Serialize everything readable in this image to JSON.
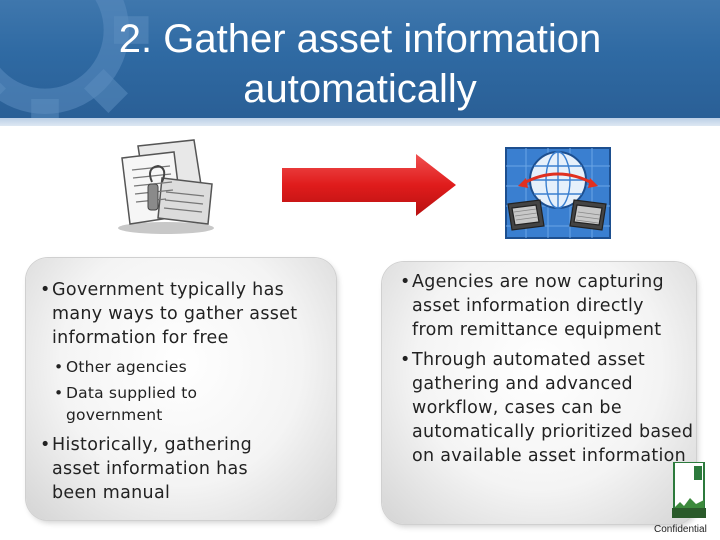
{
  "slide": {
    "title_line1": "2. Gather asset information",
    "title_line2": "automatically",
    "left_panel": {
      "bullets": [
        {
          "level": 1,
          "text": "Government typically has many ways to gather asset information for free"
        },
        {
          "level": 2,
          "text": "Other agencies"
        },
        {
          "level": 2,
          "text": "Data supplied to government"
        },
        {
          "level": 1,
          "text": "Historically, gathering asset information has been manual"
        }
      ]
    },
    "right_panel": {
      "bullets": [
        {
          "level": 1,
          "text": "Agencies are now capturing asset information directly from remittance equipment"
        },
        {
          "level": 1,
          "text": "Through automated asset gathering and advanced workflow, cases can be automatically prioritized based on available asset information"
        }
      ]
    },
    "footer_label": "Confidential",
    "bullet_symbol": "•"
  },
  "colors": {
    "header": "#2f6aa3",
    "arrow": "#e01c1c",
    "panel": "#efefef",
    "text": "#222222"
  },
  "icons": [
    "documents-clipart",
    "right-arrow",
    "globe-network-computers-clipart",
    "gear-watermark"
  ]
}
